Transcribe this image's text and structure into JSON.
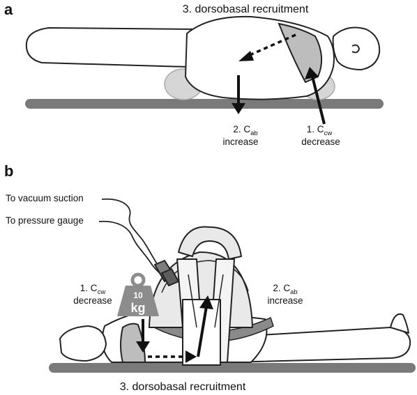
{
  "panel_a": {
    "label": "a",
    "title": "3. dorsobasal recruitment",
    "arrow_down": {
      "line1_prefix": "2. C",
      "line1_sub": "ab",
      "line2": "increase"
    },
    "arrow_up": {
      "line1_prefix": "1. C",
      "line1_sub": "cw",
      "line2": "decrease"
    }
  },
  "panel_b": {
    "label": "b",
    "title": "3. dorsobasal recruitment",
    "vacuum_label": "To vacuum suction",
    "gauge_label": "To pressure gauge",
    "weight_num": "10",
    "weight_unit": "kg",
    "left_caption": {
      "line1_prefix": "1. C",
      "line1_sub": "cw",
      "line2": "decrease"
    },
    "right_caption": {
      "line1_prefix": "2. C",
      "line1_sub": "ab",
      "line2": "increase"
    }
  },
  "colors": {
    "table": "#7a7a7a",
    "highlight": "#bdbdbd",
    "cushion": "#d6d6d6",
    "device": "#e9e9e9",
    "weight": "#8c8c8c",
    "ink": "#111111"
  }
}
